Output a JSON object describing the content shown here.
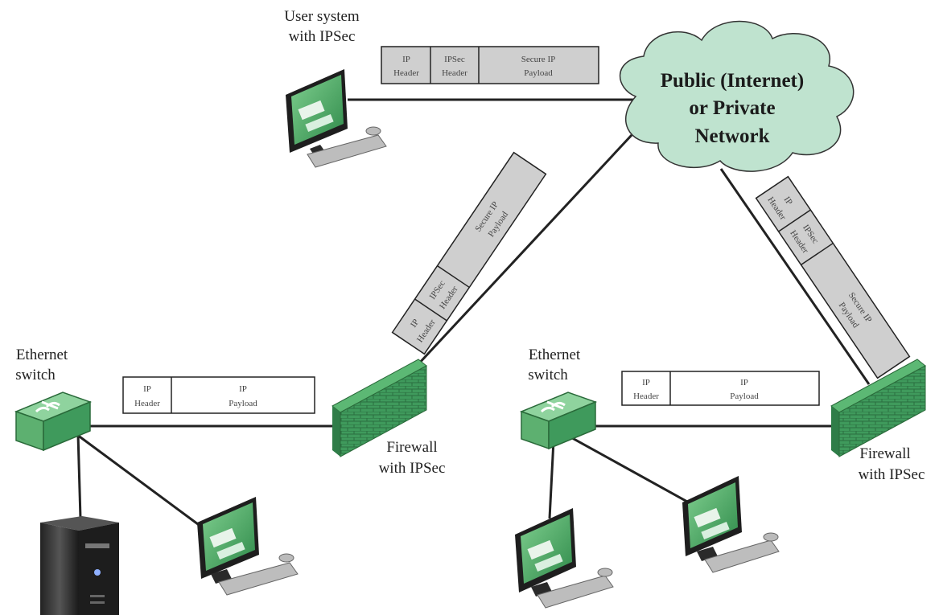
{
  "cloud": {
    "lines": [
      "Public (Internet)",
      "or Private",
      "Network"
    ]
  },
  "user_system": {
    "label_lines": [
      "User system",
      "with IPSec"
    ]
  },
  "left_site": {
    "switch_label_lines": [
      "Ethernet",
      "switch"
    ],
    "firewall_label_lines": [
      "Firewall",
      "with IPSec"
    ]
  },
  "right_site": {
    "switch_label_lines": [
      "Ethernet",
      "switch"
    ],
    "firewall_label_lines": [
      "Firewall",
      "with IPSec"
    ]
  },
  "packets": {
    "top": {
      "ip_header": [
        "IP",
        "Header"
      ],
      "ipsec_header": [
        "IPSec",
        "Header"
      ],
      "payload": [
        "Secure IP",
        "Payload"
      ]
    },
    "center_diag": {
      "ip_header": [
        "IP",
        "Header"
      ],
      "ipsec_header": [
        "IPSec",
        "Header"
      ],
      "payload": [
        "Secure IP",
        "Payload"
      ]
    },
    "right_diag": {
      "ip_header": [
        "IP",
        "Header"
      ],
      "ipsec_header": [
        "IPSec",
        "Header"
      ],
      "payload": [
        "Secure IP",
        "Payload"
      ]
    },
    "left_plain": {
      "ip_header": [
        "IP",
        "Header"
      ],
      "payload": [
        "IP",
        "Payload"
      ]
    },
    "right_plain": {
      "ip_header": [
        "IP",
        "Header"
      ],
      "payload": [
        "IP",
        "Payload"
      ]
    }
  },
  "colors": {
    "device_green": "#4fae6a",
    "cloud_fill": "#bfe3cf",
    "firewall_green": "#3f9a5c",
    "packet_secure": "#cfcfcf",
    "packet_plain": "#ffffff"
  }
}
